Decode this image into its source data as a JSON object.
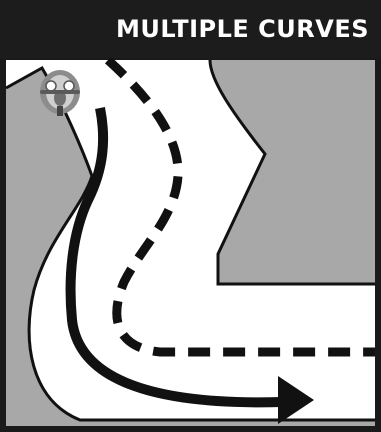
{
  "header": {
    "title": "MULTIPLE CURVES"
  },
  "colors": {
    "header_bg": "#1c1c1c",
    "header_text": "#ffffff",
    "shoulder": "#a8a8a8",
    "road": "#ffffff",
    "outline": "#111111",
    "path": "#111111"
  },
  "icons": {
    "rider": "motorcycle-rider-icon",
    "arrow": "arrowhead-icon"
  },
  "paths": [
    {
      "name": "solid-path",
      "style": "solid"
    },
    {
      "name": "dashed-path",
      "style": "dashed"
    }
  ]
}
